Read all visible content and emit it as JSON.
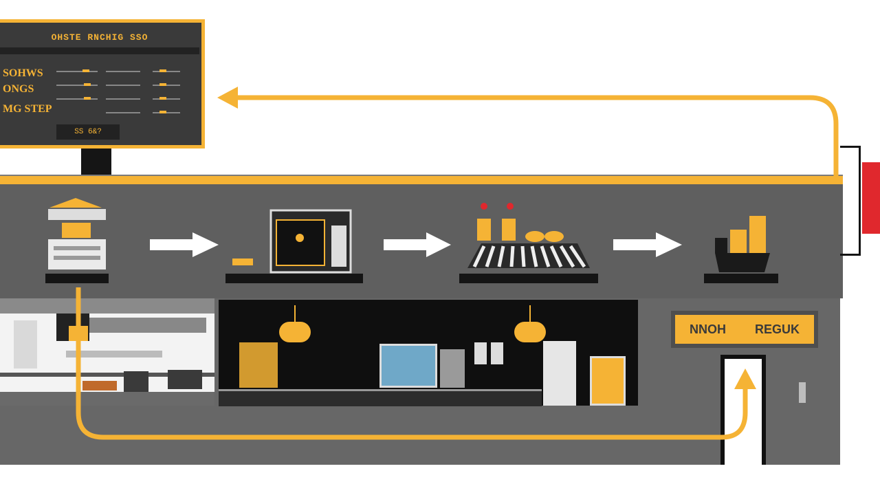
{
  "menu_board": {
    "title": "OHSTE RNCHIG SSO",
    "side_lines": [
      "SOHWS",
      "ONGS",
      "MG STEP"
    ],
    "footer": "SS  6&?"
  },
  "store_sign": {
    "left_word": "NNOH",
    "right_word": "REGUK"
  },
  "colors": {
    "accent": "#f5b335",
    "wall": "#5f5f5f",
    "dark": "#151515",
    "brand_red": "#e0282d"
  },
  "icons": [
    "order-kiosk-icon",
    "pos-terminal-icon",
    "assembly-line-icon",
    "pickup-tray-icon"
  ]
}
